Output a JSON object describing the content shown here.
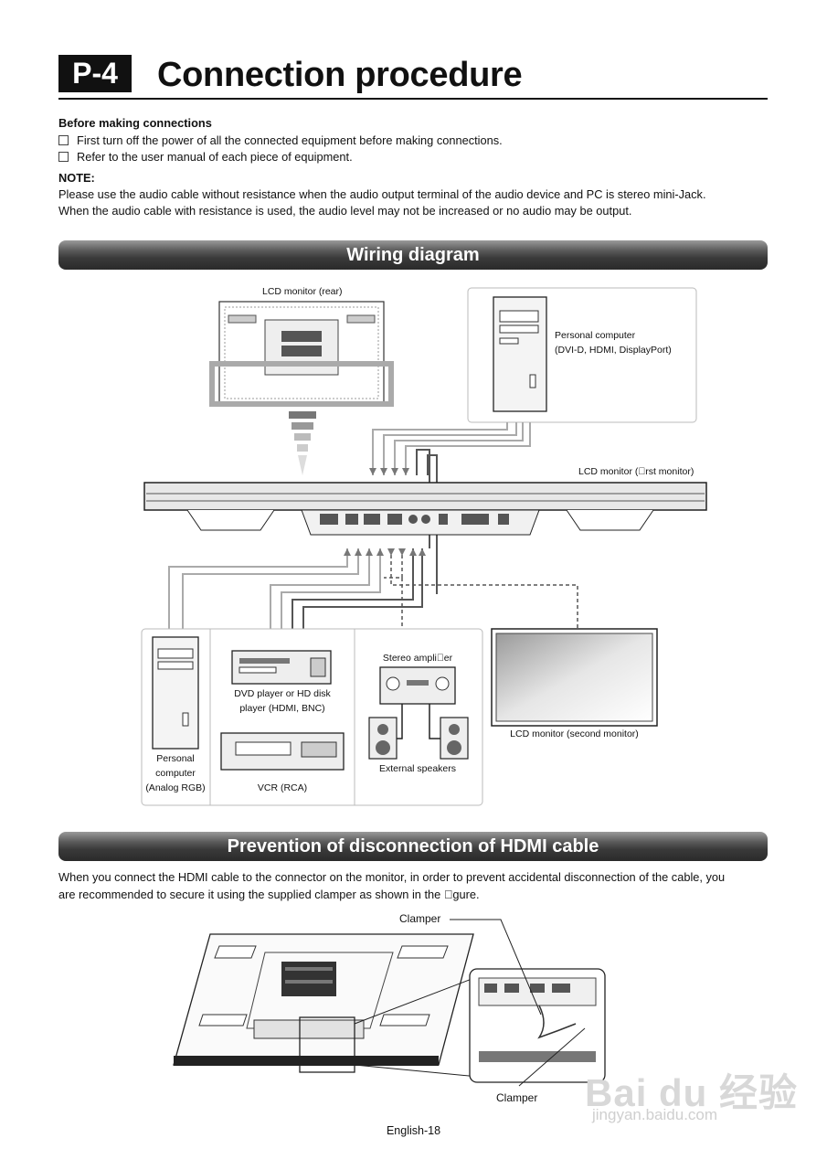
{
  "header": {
    "badge": "P-4",
    "title": "Connection procedure"
  },
  "before": {
    "heading": "Before making connections",
    "items": [
      "First turn off the power of all the connected equipment before making connections.",
      "Refer to the user manual of each piece of equipment."
    ]
  },
  "note": {
    "heading": "NOTE:",
    "lines": [
      "Please use the audio cable without resistance when the audio output terminal of the audio device and PC is stereo mini-Jack.",
      "When the audio cable with resistance is used, the audio level may not be increased or no audio may be output."
    ]
  },
  "wiring": {
    "title": "Wiring diagram",
    "labels": {
      "lcd_rear": "LCD monitor (rear)",
      "pc_top_1": "Personal computer",
      "pc_top_2": "(DVI-D, HDMI, DisplayPort)",
      "lcd_first": "LCD monitor (\u0000rst monitor)",
      "pc_bottom_1": "Personal",
      "pc_bottom_2": "computer",
      "pc_bottom_3": "(Analog RGB)",
      "dvd_1": "DVD player or HD disk",
      "dvd_2": "player (HDMI, BNC)",
      "vcr": "VCR (RCA)",
      "amp": "Stereo ampli\u0000er",
      "speakers": "External speakers",
      "lcd_second": "LCD monitor (second monitor)"
    }
  },
  "hdmi": {
    "title": "Prevention of disconnection of HDMI cable",
    "lines": [
      "When you connect the HDMI cable to the connector on the monitor, in order to prevent accidental disconnection of the cable, you",
      "are recommended to secure it using the supplied clamper as shown in the \u0000gure."
    ],
    "clamper_top": "Clamper",
    "clamper_bottom": "Clamper"
  },
  "footer": {
    "page": "English-18"
  },
  "watermark": {
    "brand": "Bai du 经验",
    "url": "jingyan.baidu.com"
  }
}
